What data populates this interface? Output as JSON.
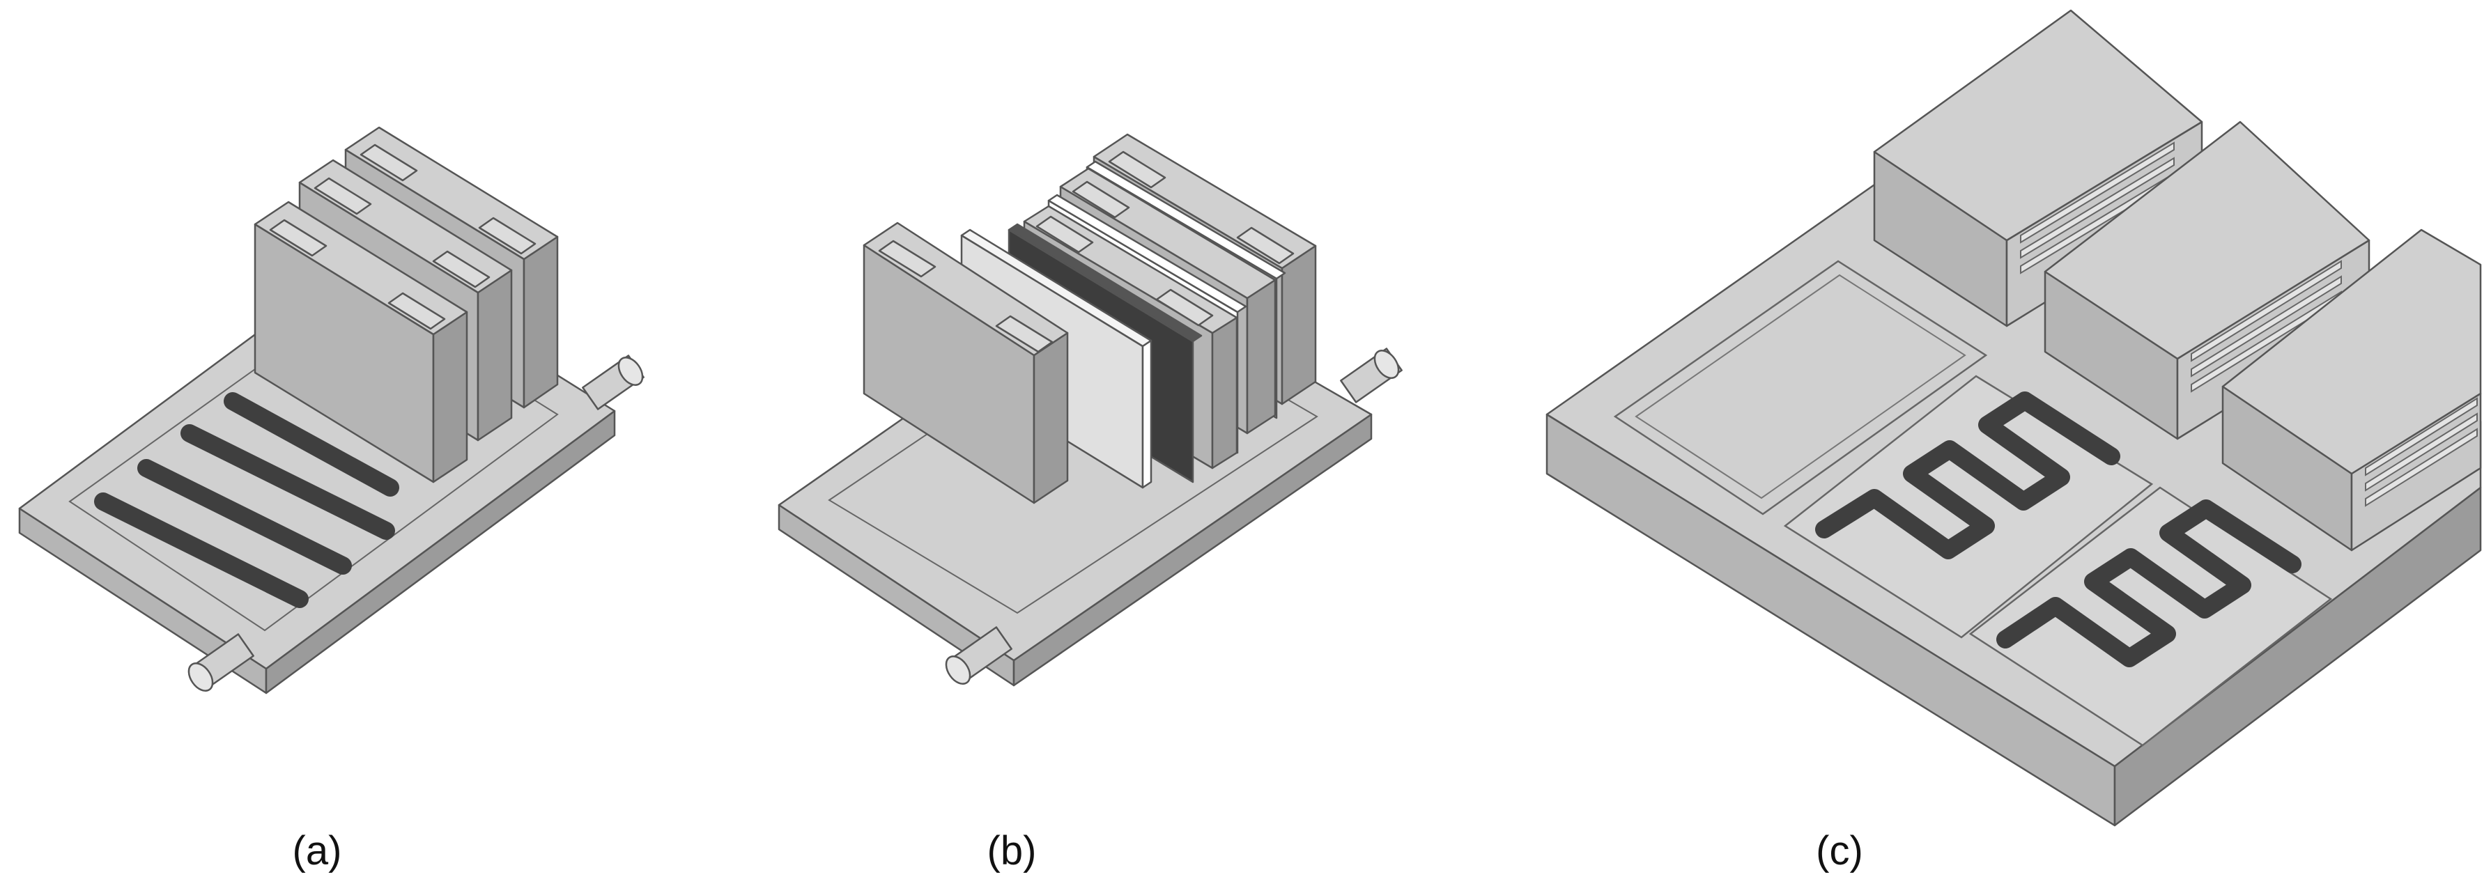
{
  "panels": [
    {
      "id": "a",
      "caption": "(a)"
    },
    {
      "id": "b",
      "caption": "(b)"
    },
    {
      "id": "c",
      "caption": "(c)"
    }
  ],
  "colors": {
    "top": "#d0d0d0",
    "front": "#b5b5b5",
    "side": "#9b9b9b",
    "light_top": "#e0e0e0",
    "dark_plate": "#3d3d3d",
    "white_plate": "#ffffff",
    "heater_line": "#3f3f3f",
    "edge": "#555555"
  }
}
